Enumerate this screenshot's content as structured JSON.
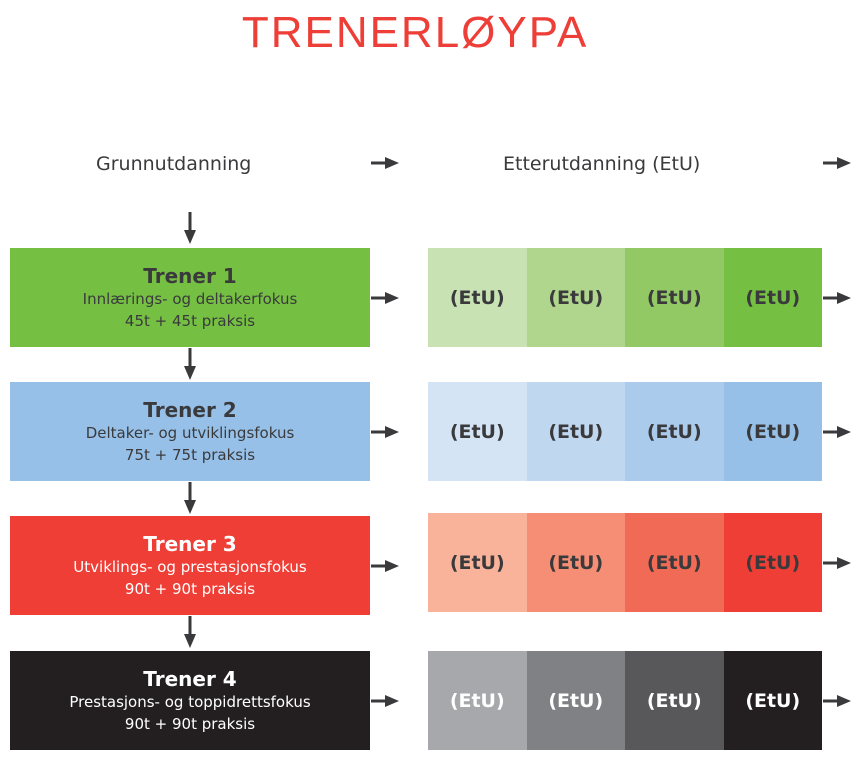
{
  "title": "TRENERLØYPA",
  "headers": {
    "left": "Grunnutdanning",
    "right": "Etterutdanning (EtU)"
  },
  "levels": [
    {
      "name": "Trener 1",
      "focus": "Innlærings- og deltakerfokus",
      "hours": "45t + 45t praksis",
      "color": "#75c043",
      "text": "#3a3a3c",
      "etu": [
        "(EtU)",
        "(EtU)",
        "(EtU)",
        "(EtU)"
      ],
      "etu_colors": [
        "#c8e2b4",
        "#afd68c",
        "#93c964",
        "#75c043"
      ],
      "etu_text": "#3a3a3c"
    },
    {
      "name": "Trener 2",
      "focus": "Deltaker- og utviklingsfokus",
      "hours": "75t + 75t praksis",
      "color": "#96c0e7",
      "text": "#3a3a3c",
      "etu": [
        "(EtU)",
        "(EtU)",
        "(EtU)",
        "(EtU)"
      ],
      "etu_colors": [
        "#d4e4f5",
        "#c0d7f0",
        "#abcbec",
        "#96c0e7"
      ],
      "etu_text": "#3a3a3c"
    },
    {
      "name": "Trener 3",
      "focus": "Utviklings- og prestasjonsfokus",
      "hours": "90t + 90t praksis",
      "color": "#ef3e36",
      "text": "#ffffff",
      "etu": [
        "(EtU)",
        "(EtU)",
        "(EtU)",
        "(EtU)"
      ],
      "etu_colors": [
        "#f9b39a",
        "#f58e74",
        "#f16a55",
        "#ef3e36"
      ],
      "etu_text": "#3a3a3c"
    },
    {
      "name": "Trener 4",
      "focus": "Prestasjons- og toppidrettsfokus",
      "hours": "90t + 90t praksis",
      "color": "#231f20",
      "text": "#ffffff",
      "etu": [
        "(EtU)",
        "(EtU)",
        "(EtU)",
        "(EtU)"
      ],
      "etu_colors": [
        "#a7a8ab",
        "#808184",
        "#58585b",
        "#231f20"
      ],
      "etu_text": "#ffffff"
    }
  ]
}
